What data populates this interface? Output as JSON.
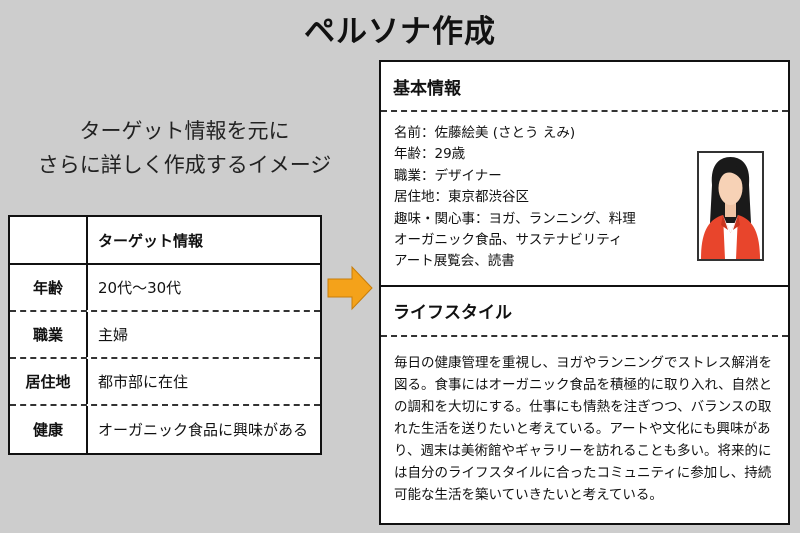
{
  "title": "ペルソナ作成",
  "intro": {
    "line1": "ターゲット情報を元に",
    "line2": "さらに詳しく作成するイメージ"
  },
  "target_table": {
    "header": "ターゲット情報",
    "rows": [
      {
        "label": "年齢",
        "value": "20代〜30代"
      },
      {
        "label": "職業",
        "value": "主婦"
      },
      {
        "label": "居住地",
        "value": "都市部に在住"
      },
      {
        "label": "健康",
        "value": "オーガニック食品に興味がある"
      }
    ]
  },
  "arrow_color": "#f4a21a",
  "persona": {
    "basic_title": "基本情報",
    "lines": [
      "名前：佐藤絵美 (さとう えみ)",
      "年齢：29歳",
      "職業：デザイナー",
      "居住地：東京都渋谷区",
      "趣味・関心事：ヨガ、ランニング、料理",
      "オーガニック食品、サステナビリティ",
      "アート展覧会、読書"
    ],
    "lifestyle_title": "ライフスタイル",
    "lifestyle_text": "毎日の健康管理を重視し、ヨガやランニングでストレス解消を図る。食事にはオーガニック食品を積極的に取り入れ、自然との調和を大切にする。仕事にも情熱を注ぎつつ、バランスの取れた生活を送りたいと考えている。アートや文化にも興味があり、週末は美術館やギャラリーを訪れることも多い。将来的には自分のライフスタイルに合ったコミュニティに参加し、持続可能な生活を築いていきたいと考えている。"
  },
  "avatar": {
    "icon": "woman-avatar-icon",
    "jacket_color": "#e8452c",
    "hair_color": "#1a1a1a",
    "skin_color": "#f7d2b6"
  }
}
